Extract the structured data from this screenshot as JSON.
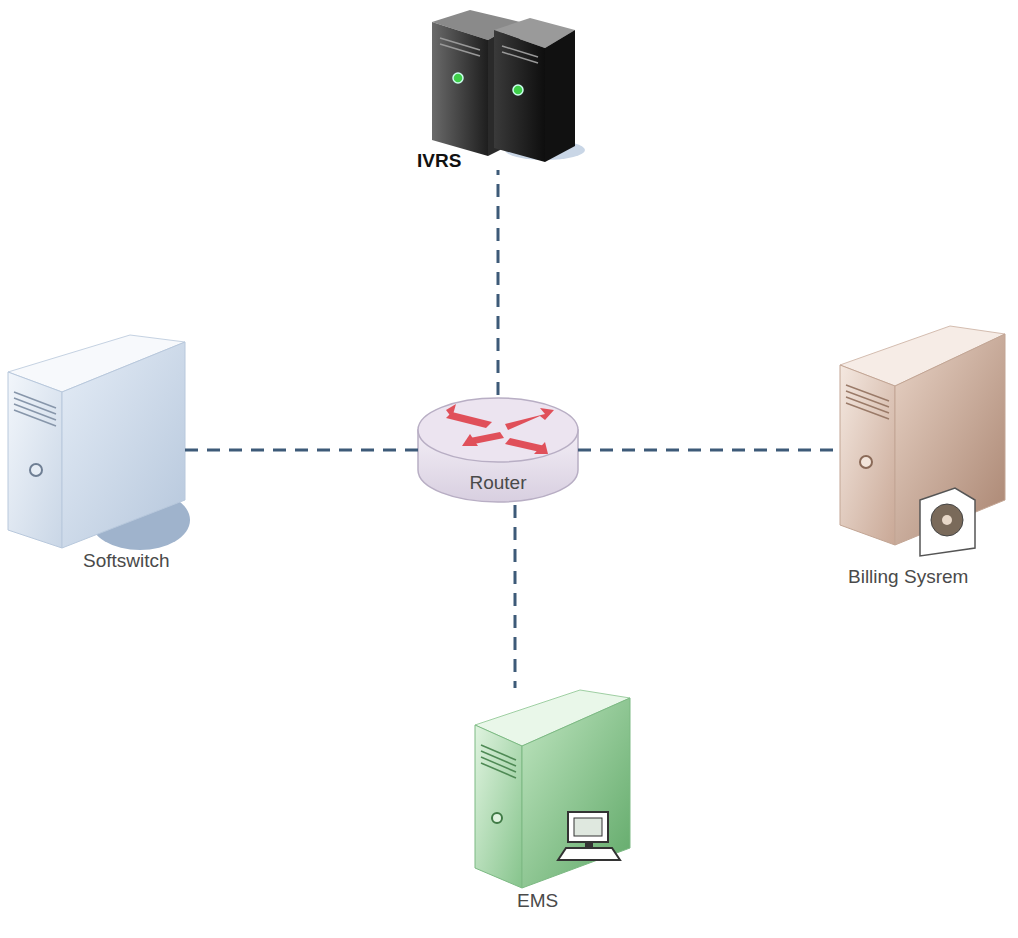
{
  "diagram": {
    "nodes": [
      {
        "text": [
          "IVRS"
        ]
      },
      {
        "text": [
          "Softswitch"
        ]
      },
      {
        "text": [
          "Router"
        ]
      },
      {
        "text": [
          "Billing Sysrem"
        ]
      },
      {
        "text": [
          "EMS"
        ]
      }
    ],
    "edges": [
      {
        "from": 2,
        "to": 0,
        "arrow": "none"
      },
      {
        "from": 2,
        "to": 1,
        "arrow": "none"
      },
      {
        "from": 2,
        "to": 3,
        "arrow": "none"
      },
      {
        "from": 2,
        "to": 4,
        "arrow": "none"
      }
    ]
  }
}
